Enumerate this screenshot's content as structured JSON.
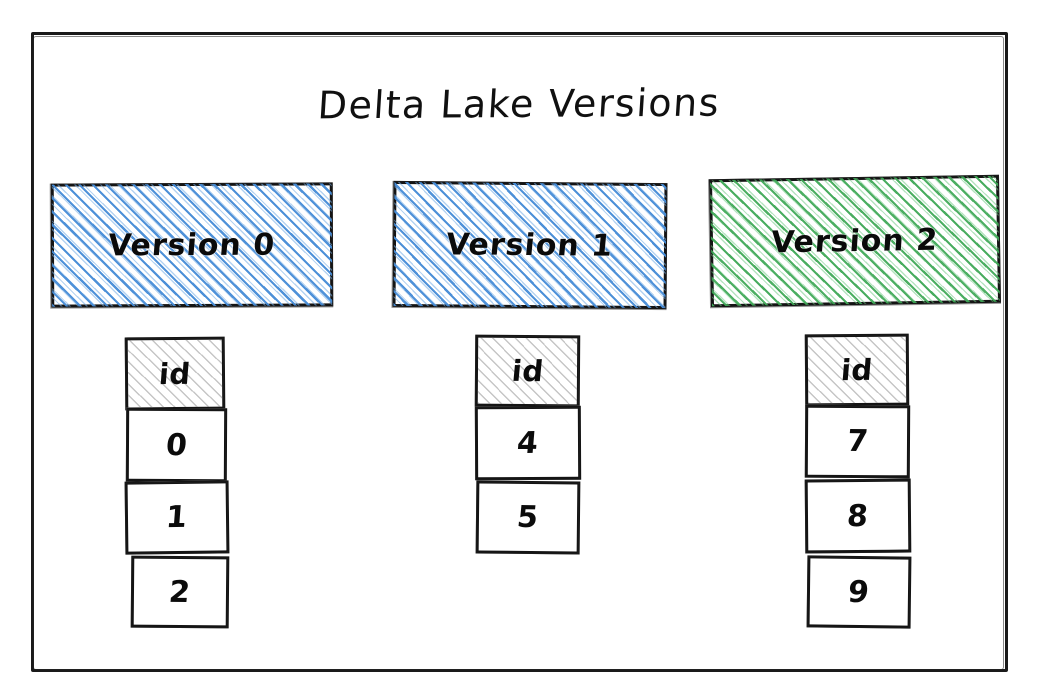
{
  "diagram": {
    "title": "Delta Lake Versions",
    "background_color": "#ffffff",
    "frame_color": "#1a1a1a",
    "style": "hand-drawn sketch",
    "columns": [
      {
        "id": "version-0",
        "header_label": "Version 0",
        "header_fill": "blue-hatch",
        "header_color": "#468cd7",
        "table": {
          "column_header": "id",
          "header_fill": "gray-hatch",
          "rows": [
            "0",
            "1",
            "2"
          ]
        }
      },
      {
        "id": "version-1",
        "header_label": "Version 1",
        "header_fill": "blue-hatch",
        "header_color": "#468cd7",
        "table": {
          "column_header": "id",
          "header_fill": "gray-hatch",
          "rows": [
            "4",
            "5"
          ]
        }
      },
      {
        "id": "version-2",
        "header_label": "Version 2",
        "header_fill": "green-hatch",
        "header_color": "#3ea856",
        "table": {
          "column_header": "id",
          "header_fill": "gray-hatch",
          "rows": [
            "7",
            "8",
            "9"
          ]
        }
      }
    ]
  }
}
